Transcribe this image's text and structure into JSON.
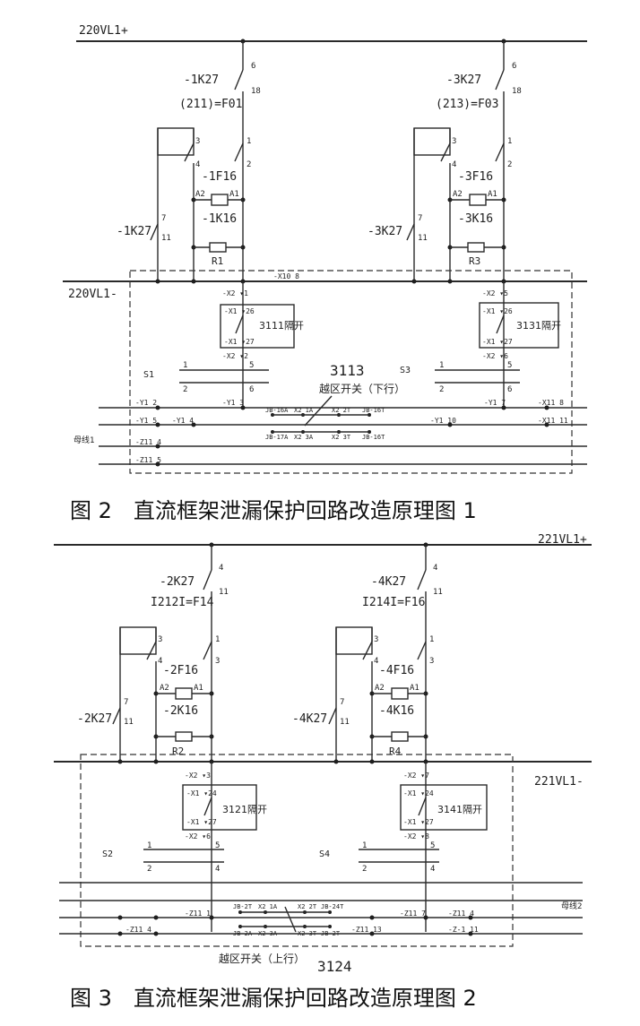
{
  "fig2": {
    "bus_pos": "220VL1+",
    "bus_neg": "220VL1-",
    "relay_left": "-1K27",
    "fuse_left": "(211)=F01",
    "breaker_left": "-1F16",
    "coil_left": "-1K16",
    "aux_left": "-1K27",
    "res_left": "R1",
    "relay_right": "-3K27",
    "fuse_right": "(213)=F03",
    "breaker_right": "-3F16",
    "coil_right": "-3K16",
    "aux_right": "-3K27",
    "res_right": "R3",
    "switch_left": "3111隔开",
    "switch_right": "3131隔开",
    "mid_num": "3113",
    "mid_label": "越区开关（下行）",
    "s1": "S1",
    "s3": "S3",
    "side_label": "母线1",
    "caption": "图 2　直流框架泄漏保护回路改造原理图 1"
  },
  "fig3": {
    "bus_pos": "221VL1+",
    "bus_neg": "221VL1-",
    "relay_left": "-2K27",
    "fuse_left": "I212I=F14",
    "breaker_left": "-2F16",
    "coil_left": "-2K16",
    "aux_left": "-2K27",
    "res_left": "R2",
    "relay_right": "-4K27",
    "fuse_right": "I214I=F16",
    "breaker_right": "-4F16",
    "coil_right": "-4K16",
    "aux_right": "-4K27",
    "res_right": "R4",
    "switch_left": "3121隔开",
    "switch_right": "3141隔开",
    "mid_num": "3124",
    "mid_label": "越区开关（上行）",
    "s2": "S2",
    "s4": "S4",
    "side_label": "母线2",
    "caption": "图 3　直流框架泄漏保护回路改造原理图 2"
  }
}
